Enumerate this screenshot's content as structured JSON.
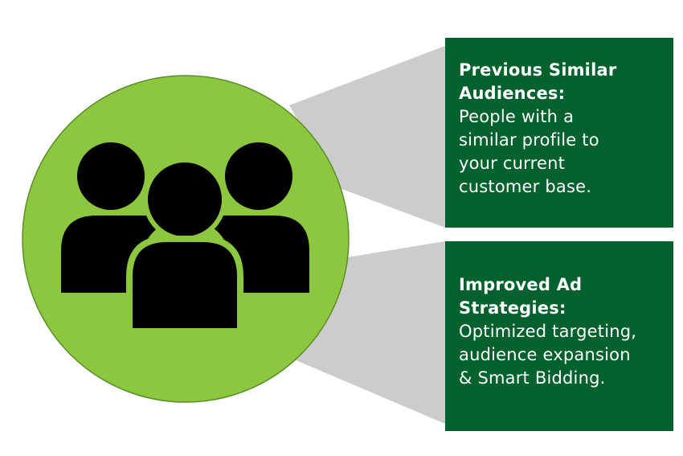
{
  "colors": {
    "circle_fill": "#8dc63f",
    "circle_stroke": "#5b8f2a",
    "card_fill": "#03612e",
    "connector_fill": "#cccccc",
    "people_fill": "#000000",
    "text": "#ffffff"
  },
  "icon": "group-of-people-icon",
  "cards": [
    {
      "title_line1": "Previous Similar",
      "title_line2": "Audiences:",
      "body_line1": "People with a",
      "body_line2": "similar profile to",
      "body_line3": "your current",
      "body_line4": "customer base."
    },
    {
      "title_line1": "Improved Ad",
      "title_line2": "Strategies:",
      "body_line1": "Optimized targeting,",
      "body_line2": "audience expansion",
      "body_line3": "& Smart Bidding."
    }
  ]
}
